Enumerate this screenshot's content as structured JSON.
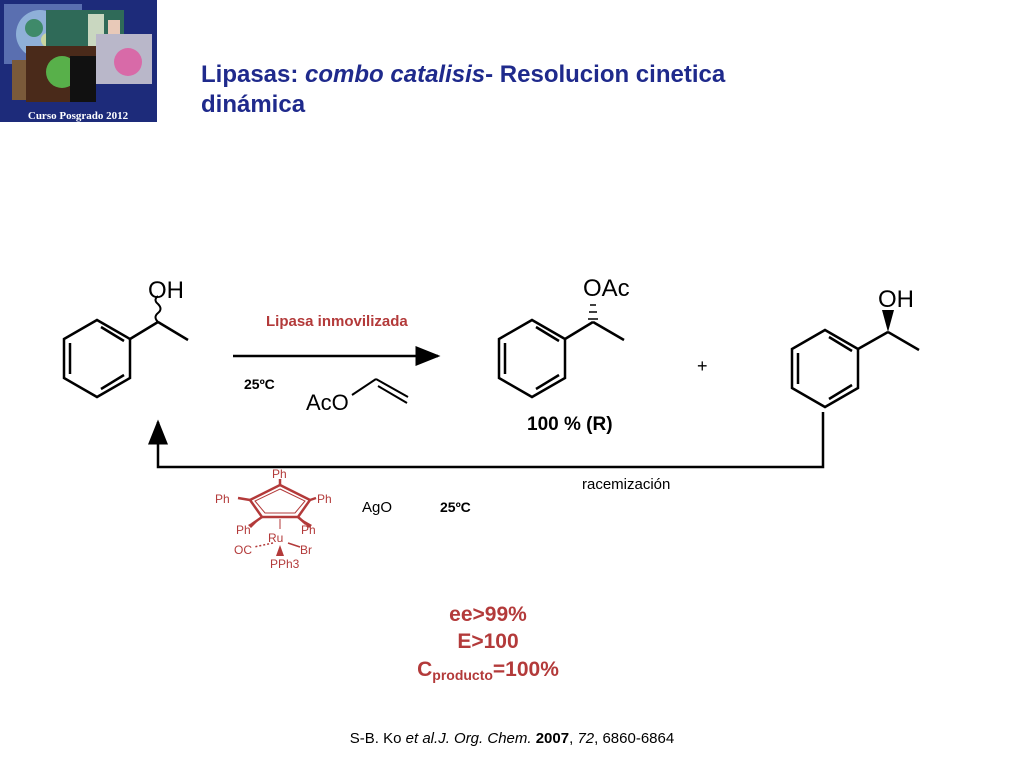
{
  "header": {
    "logo_caption": "Curso Posgrado 2012",
    "title_part1": "Lipasas: ",
    "title_italic": "combo catalisis",
    "title_part2": "- Resolucion cinetica dinámica"
  },
  "scheme": {
    "substrate_label": "OH",
    "enzyme_label": "Lipasa inmovilizada",
    "temp_label": "25ºC",
    "acyl_donor_label": "AcO",
    "product_label": "OAc",
    "product_yield": "100 % (R)",
    "plus": "+",
    "remaining_label": "OH",
    "racemization_label": "racemización",
    "agent_label": "AgO",
    "racem_temp_label": "25ºC",
    "catalyst": {
      "ph_top": "Ph",
      "ph_left": "Ph",
      "ph_right": "Ph",
      "ph_bottom_left": "Ph",
      "ph_bottom_right": "Ph",
      "metal": "Ru",
      "ligand_oc": "OC",
      "ligand_br": "Br",
      "ligand_pph3": "PPh3"
    },
    "colors": {
      "accent": "#b33a3a",
      "title": "#1f2a8c",
      "line": "#000000"
    }
  },
  "results": {
    "ee": "ee>99%",
    "E": "E>100",
    "C_main": "C",
    "C_sub": "producto",
    "C_val": "=100%"
  },
  "citation": {
    "authors": "S-B. Ko ",
    "etal": "et al.",
    "journal": "J. Org. Chem.",
    "year": "2007",
    "volume": "72",
    "pages": ", 6860-6864"
  }
}
